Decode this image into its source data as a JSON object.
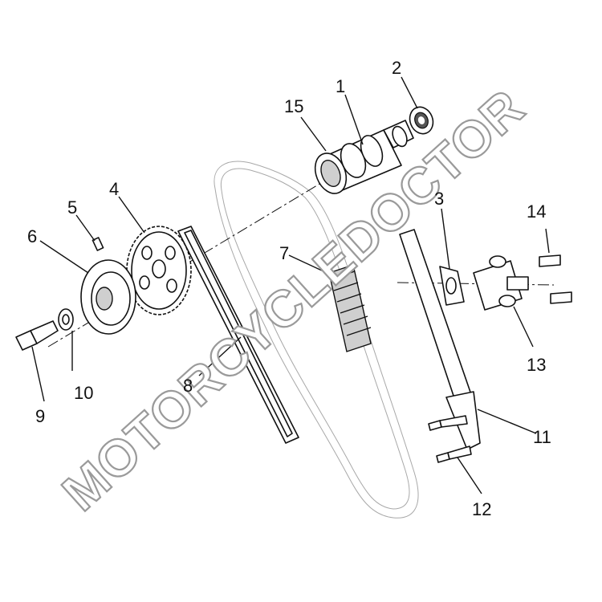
{
  "watermark": "MOTORCYCLEDOCTOR",
  "callouts": [
    {
      "id": "1",
      "label": "1"
    },
    {
      "id": "2",
      "label": "2"
    },
    {
      "id": "3",
      "label": "3"
    },
    {
      "id": "4",
      "label": "4"
    },
    {
      "id": "5",
      "label": "5"
    },
    {
      "id": "6",
      "label": "6"
    },
    {
      "id": "7",
      "label": "7"
    },
    {
      "id": "8",
      "label": "8"
    },
    {
      "id": "9",
      "label": "9"
    },
    {
      "id": "10",
      "label": "10"
    },
    {
      "id": "11",
      "label": "11"
    },
    {
      "id": "12",
      "label": "12"
    },
    {
      "id": "13",
      "label": "13"
    },
    {
      "id": "14",
      "label": "14"
    },
    {
      "id": "15",
      "label": "15"
    }
  ],
  "colors": {
    "line": "#111111",
    "chain": "#a8a8a8",
    "watermark_outline": "#9a9a9a",
    "background": "#ffffff"
  }
}
